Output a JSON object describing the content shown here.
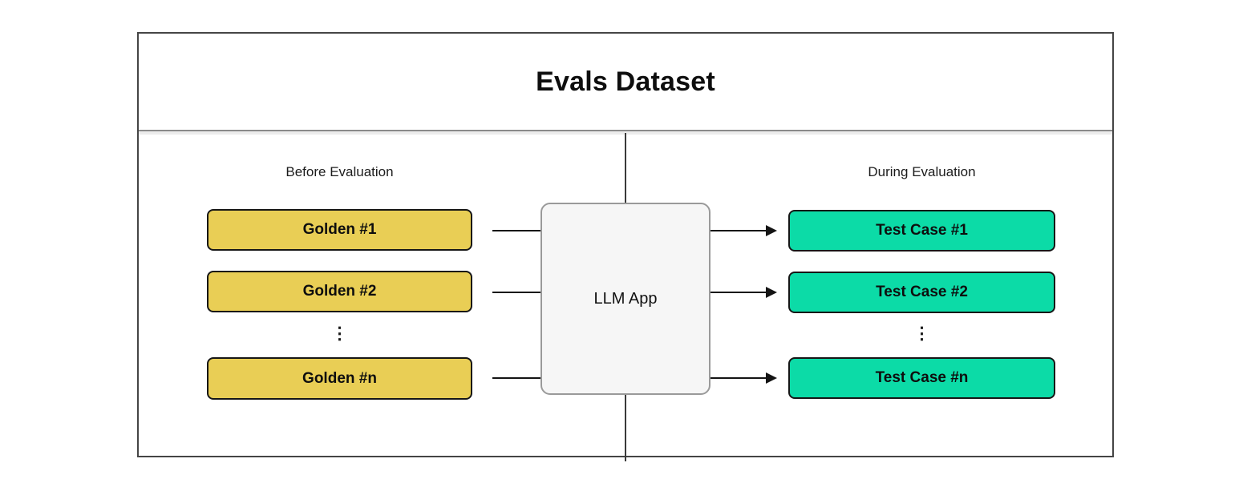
{
  "diagram": {
    "title": "Evals Dataset",
    "left_section": {
      "label": "Before Evaluation",
      "nodes": [
        "Golden #1",
        "Golden #2",
        "Golden #n"
      ],
      "ellipsis": "⋮",
      "node_color": "#e9ce55"
    },
    "center_node": {
      "label": "LLM App",
      "node_color": "#f6f6f6"
    },
    "right_section": {
      "label": "During Evaluation",
      "nodes": [
        "Test Case #1",
        "Test Case #2",
        "Test Case #n"
      ],
      "ellipsis": "⋮",
      "node_color": "#0cdba7"
    },
    "colors": {
      "frame_border": "#454545",
      "separator": "#8a8a8a",
      "divider": "#3a3a3a",
      "connector": "#141414"
    }
  }
}
